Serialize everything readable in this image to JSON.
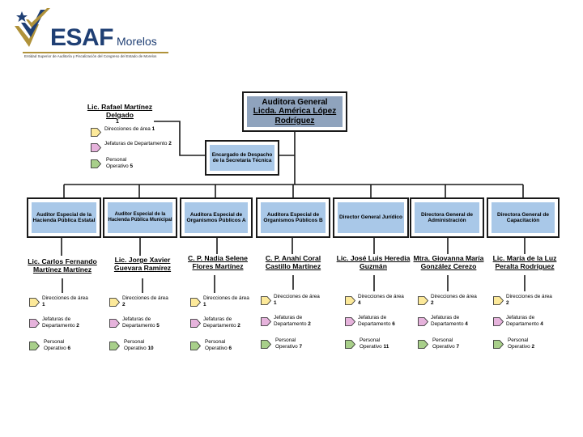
{
  "logo": {
    "name": "ESAF",
    "suffix": "Morelos",
    "caption": "Entidad Superior de Auditoría y Fiscalización del Congreso del Estado de Morelos"
  },
  "colors": {
    "navy": "#1f3f74",
    "gold": "#b0923a",
    "top_box_fill": "#8fa3bd",
    "box_fill": "#a9c8e8",
    "direcciones": "#fce99a",
    "jefaturas": "#e6b3dc",
    "personal": "#a8cf8a"
  },
  "top": {
    "title": "Auditora General",
    "name": "Licda. América López Rodríguez"
  },
  "encargado": {
    "title": "Encargado de Despacho de la Secretaría Técnica",
    "name": "Lic. Rafael Martínez Delgado",
    "count": "1",
    "direcciones": {
      "label": "Direcciones de área",
      "value": "1"
    },
    "jefaturas": {
      "label": "Jefaturas de Departamento",
      "value": "2"
    },
    "personal": {
      "label": "Personal Operativo",
      "value": "5"
    }
  },
  "units": [
    {
      "title": "Auditor Especial de la Hacienda Pública Estatal",
      "name": "Lic. Carlos Fernando Martínez Martínez",
      "direcciones": {
        "label": "Direcciones de área",
        "value": "1"
      },
      "jefaturas": {
        "label": "Jefaturas de Departamento",
        "value": "2"
      },
      "personal": {
        "label": "Personal Operativo",
        "value": "6"
      }
    },
    {
      "title": "Auditor Especial de la Hacienda Pública Municipal",
      "name": "Lic. Jorge Xavier Guevara Ramírez",
      "direcciones": {
        "label": "Direcciones de área",
        "value": "2"
      },
      "jefaturas": {
        "label": "Jefaturas de Departamento",
        "value": "5"
      },
      "personal": {
        "label": "Personal Operativo",
        "value": "10"
      }
    },
    {
      "title": "Auditora Especial de Organismos Públicos A",
      "name": "C. P. Nadia Selene Flores Martínez",
      "direcciones": {
        "label": "Direcciones de área",
        "value": "1"
      },
      "jefaturas": {
        "label": "Jefaturas de Departamento",
        "value": "2"
      },
      "personal": {
        "label": "Personal Operativo",
        "value": "6"
      }
    },
    {
      "title": "Auditora Especial de Organismos Públicos B",
      "name": "C. P. Anahí Coral Castillo Martínez",
      "direcciones": {
        "label": "Direcciones de área",
        "value": "1"
      },
      "jefaturas": {
        "label": "Jefaturas de Departamento",
        "value": "2"
      },
      "personal": {
        "label": "Personal Operativo",
        "value": "7"
      }
    },
    {
      "title": "Director General Jurídico",
      "name": "Lic. José Luis Heredia Guzmán",
      "direcciones": {
        "label": "Direcciones de área",
        "value": "4"
      },
      "jefaturas": {
        "label": "Jefaturas de Departamento",
        "value": "6"
      },
      "personal": {
        "label": "Personal Operativo",
        "value": "11"
      }
    },
    {
      "title": "Directora General de Administración",
      "name": "Mtra. Giovanna María González Cerezo",
      "direcciones": {
        "label": "Direcciones de área",
        "value": "2"
      },
      "jefaturas": {
        "label": "Jefaturas de Departamento",
        "value": "4"
      },
      "personal": {
        "label": "Personal Operativo",
        "value": "7"
      }
    },
    {
      "title": "Directora General de Capacitación",
      "name": "Lic. María de la Luz Peralta Rodríguez",
      "direcciones": {
        "label": "Direcciones de área",
        "value": "2"
      },
      "jefaturas": {
        "label": "Jefaturas de Departamento",
        "value": "4"
      },
      "personal": {
        "label": "Personal Operativo",
        "value": "2"
      }
    }
  ]
}
